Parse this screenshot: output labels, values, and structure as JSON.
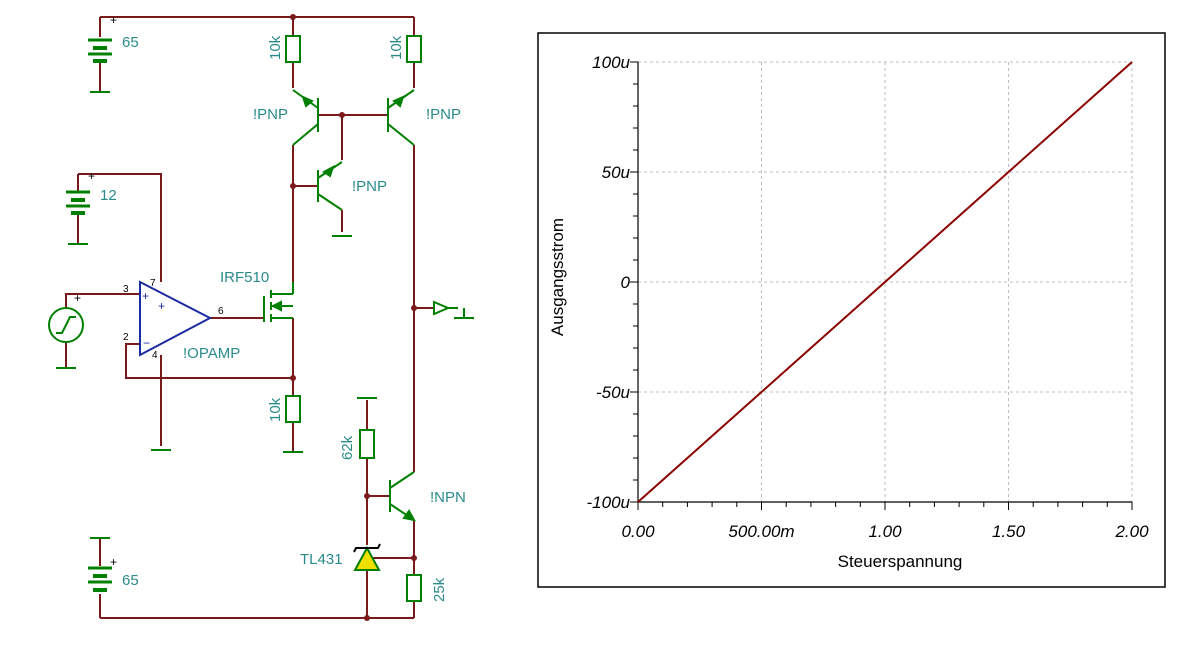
{
  "schematic": {
    "sources": {
      "vplus_top": "65",
      "vaux": "12",
      "vplus_bottom": "65"
    },
    "components": {
      "r_top_left": "10k",
      "r_top_right": "10k",
      "pnp_left": "!PNP",
      "pnp_right": "!PNP",
      "pnp_mid": "!PNP",
      "mosfet": "IRF510",
      "opamp": "!OPAMP",
      "r_source": "10k",
      "r_62k": "62k",
      "npn": "!NPN",
      "ref": "TL431",
      "r_25k": "25k"
    },
    "opamp_pins": {
      "noninv": "3",
      "inv": "2",
      "vpos": "7",
      "vneg": "4",
      "out": "6"
    },
    "colors": {
      "wire": "#7a1a1a",
      "component": "#008000",
      "opamp": "#1a2aa0",
      "label": "#2a8a8a",
      "zener_fill": "#f0e000"
    }
  },
  "chart_data": {
    "type": "line",
    "xlabel": "Steuerspannung",
    "ylabel": "Ausgangsstrom",
    "xlim": [
      0,
      2
    ],
    "ylim": [
      -100,
      100
    ],
    "x_ticks": [
      0,
      0.5,
      1,
      1.5,
      2
    ],
    "x_tick_labels": [
      "0.00",
      "500.00m",
      "1.00",
      "1.50",
      "2.00"
    ],
    "y_ticks": [
      100,
      50,
      0,
      -50,
      -100
    ],
    "y_tick_labels": [
      "100u",
      "50u",
      "0",
      "-50u",
      "-100u"
    ],
    "grid": true,
    "series": [
      {
        "color": "#8b0000",
        "x": [
          0,
          0.5,
          1,
          1.5,
          2
        ],
        "y": [
          -100,
          -50,
          0,
          50,
          100
        ]
      }
    ]
  }
}
